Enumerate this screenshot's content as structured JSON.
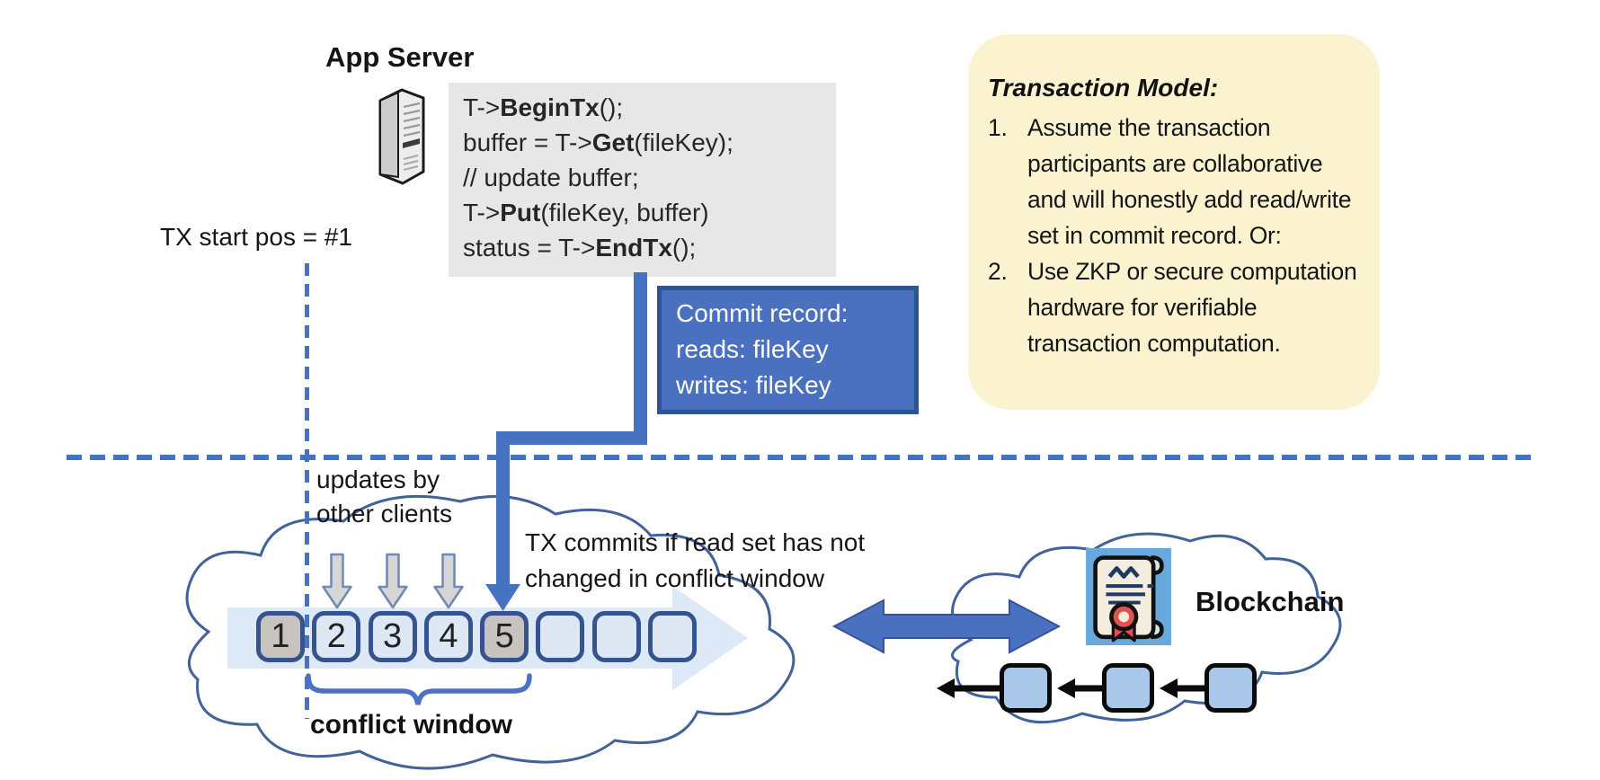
{
  "app_server": {
    "label": "App Server",
    "icon": "server-tower-icon"
  },
  "code_block": {
    "lines": [
      [
        {
          "t": "T->"
        },
        {
          "t": "BeginTx",
          "b": true
        },
        {
          "t": "();"
        }
      ],
      [
        {
          "t": "buffer = T->"
        },
        {
          "t": "Get",
          "b": true
        },
        {
          "t": "(fileKey);"
        }
      ],
      [
        {
          "t": "// update buffer;"
        }
      ],
      [
        {
          "t": "T->"
        },
        {
          "t": "Put",
          "b": true
        },
        {
          "t": "(fileKey, buffer)"
        }
      ],
      [
        {
          "t": "status = T->"
        },
        {
          "t": "EndTx",
          "b": true
        },
        {
          "t": "();"
        }
      ]
    ]
  },
  "tx_start_label": "TX start pos = #1",
  "commit_record": {
    "lines": [
      "Commit record:",
      "reads: fileKey",
      "writes: fileKey"
    ]
  },
  "transaction_model": {
    "title": "Transaction Model:",
    "items": [
      {
        "num": "1.",
        "text": "Assume the transaction participants are collaborative and will honestly add read/write set in commit record.  Or:"
      },
      {
        "num": "2.",
        "text": "Use ZKP or secure computation hardware for verifiable transaction computation."
      }
    ]
  },
  "updates_label": "updates by other clients",
  "tx_commits_label": "TX commits if read set has not changed in conflict window",
  "timeline": {
    "slots": [
      {
        "label": "1",
        "highlight": true
      },
      {
        "label": "2",
        "highlight": false
      },
      {
        "label": "3",
        "highlight": false
      },
      {
        "label": "4",
        "highlight": false
      },
      {
        "label": "5",
        "highlight": true
      },
      {
        "label": "",
        "highlight": false
      },
      {
        "label": "",
        "highlight": false
      },
      {
        "label": "",
        "highlight": false
      }
    ],
    "update_arrow_slots": [
      "2",
      "3",
      "4"
    ],
    "commit_arrow_slot": "5"
  },
  "conflict_window_label": "conflict window",
  "blockchain": {
    "label": "Blockchain",
    "block_count": 3,
    "icon": "certificate-scroll-icon"
  },
  "palette": {
    "accent_blue": "#4472c4",
    "commit_box_fill": "#4a71bf",
    "commit_box_border": "#2f5496",
    "slot_border": "#35548f",
    "slot_fill": "#dee8f5",
    "slot_highlight_fill": "#c7c4bf",
    "band_fill": "#dde9f7",
    "cloud_stroke": "#41629a",
    "model_box_fill": "#fbf2cf",
    "code_block_fill": "#e8e7e7",
    "gray_arrow_fill": "#d6d6d6",
    "chain_block_fill": "#a9c7e9",
    "cert_bg": "#67a9dc"
  }
}
